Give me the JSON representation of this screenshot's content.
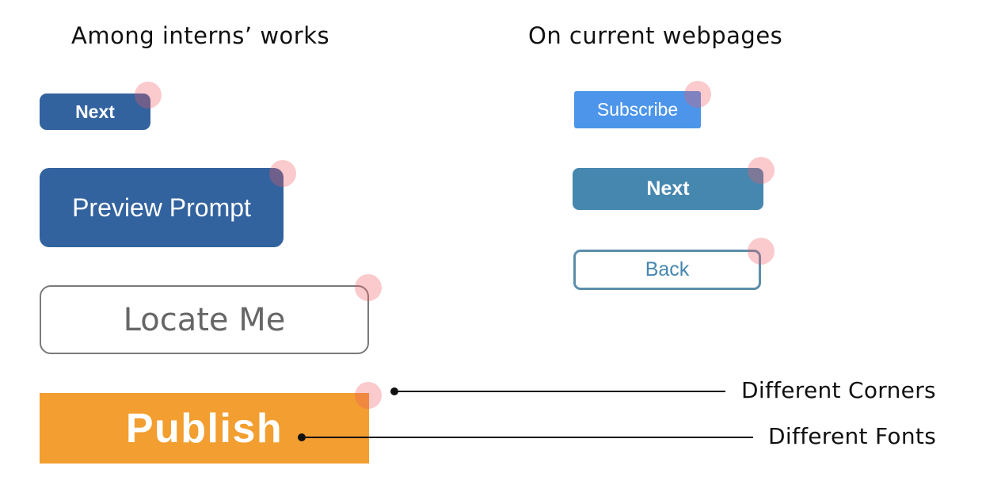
{
  "headings": {
    "interns": "Among interns’ works",
    "current": "On current webpages"
  },
  "interns_buttons": {
    "next": "Next",
    "preview_prompt": "Preview Prompt",
    "locate_me": "Locate Me",
    "publish": "Publish"
  },
  "current_buttons": {
    "subscribe": "Subscribe",
    "next": "Next",
    "back": "Back"
  },
  "callouts": {
    "corners": "Different Corners",
    "fonts": "Different Fonts"
  },
  "colors": {
    "intern_blue": "#33639e",
    "publish_orange": "#f29e30",
    "subscribe_blue": "#4c95ea",
    "next_teal": "#4687b0",
    "back_border": "#5b8eaa",
    "highlight_dot": "#f05a64"
  }
}
